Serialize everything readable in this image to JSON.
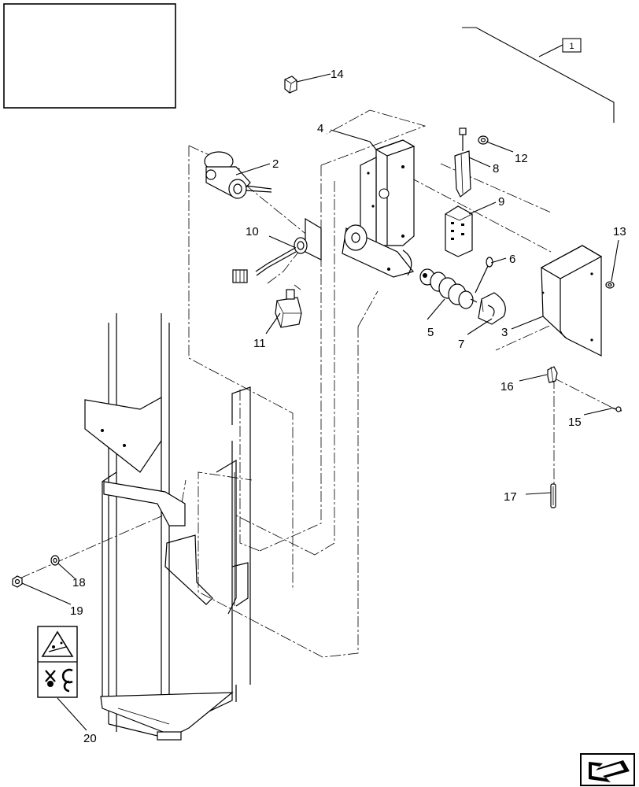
{
  "assembly_reference": "1",
  "callouts": [
    {
      "id": "c2",
      "label": "2"
    },
    {
      "id": "c3",
      "label": "3"
    },
    {
      "id": "c4",
      "label": "4"
    },
    {
      "id": "c5",
      "label": "5"
    },
    {
      "id": "c6",
      "label": "6"
    },
    {
      "id": "c7",
      "label": "7"
    },
    {
      "id": "c8",
      "label": "8"
    },
    {
      "id": "c9",
      "label": "9"
    },
    {
      "id": "c10",
      "label": "10"
    },
    {
      "id": "c11",
      "label": "11"
    },
    {
      "id": "c12",
      "label": "12"
    },
    {
      "id": "c13",
      "label": "13"
    },
    {
      "id": "c14",
      "label": "14"
    },
    {
      "id": "c15",
      "label": "15"
    },
    {
      "id": "c16",
      "label": "16"
    },
    {
      "id": "c17",
      "label": "17"
    },
    {
      "id": "c18",
      "label": "18"
    },
    {
      "id": "c19",
      "label": "19"
    },
    {
      "id": "c20",
      "label": "20"
    }
  ],
  "icons": {
    "nav": "previous-page-arrow-icon",
    "decal": "safety-warning-decal-icon"
  }
}
